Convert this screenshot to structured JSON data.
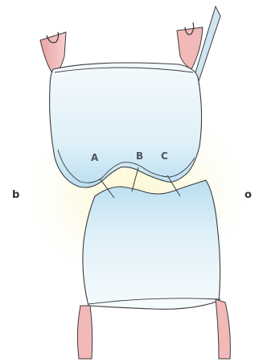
{
  "labels": {
    "contact_a": "A",
    "contact_b": "B",
    "contact_c": "C",
    "side_left": "b",
    "side_right": "o"
  },
  "colors": {
    "enamel_fill": "#d6ecf6",
    "enamel_edge": "#b6dcee",
    "outline": "#3c3c3c",
    "gingiva": "#f0b3b3",
    "glow": "#fbf7cf",
    "instrument": "#b8d9ea"
  }
}
